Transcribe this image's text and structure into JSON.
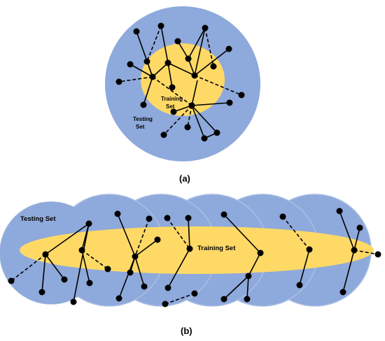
{
  "colors": {
    "testing_region": "#8EA9DB",
    "training_region": "#FFD966",
    "outline": "#A9BEE3",
    "node": "#000000"
  },
  "panel_a": {
    "caption": "(a)",
    "training_label_line1": "Training",
    "training_label_line2": "Set",
    "testing_label_line1": "Testing",
    "testing_label_line2": "Set"
  },
  "panel_b": {
    "caption": "(b)",
    "testing_label": "Testing Set",
    "training_label": "Training Set"
  }
}
